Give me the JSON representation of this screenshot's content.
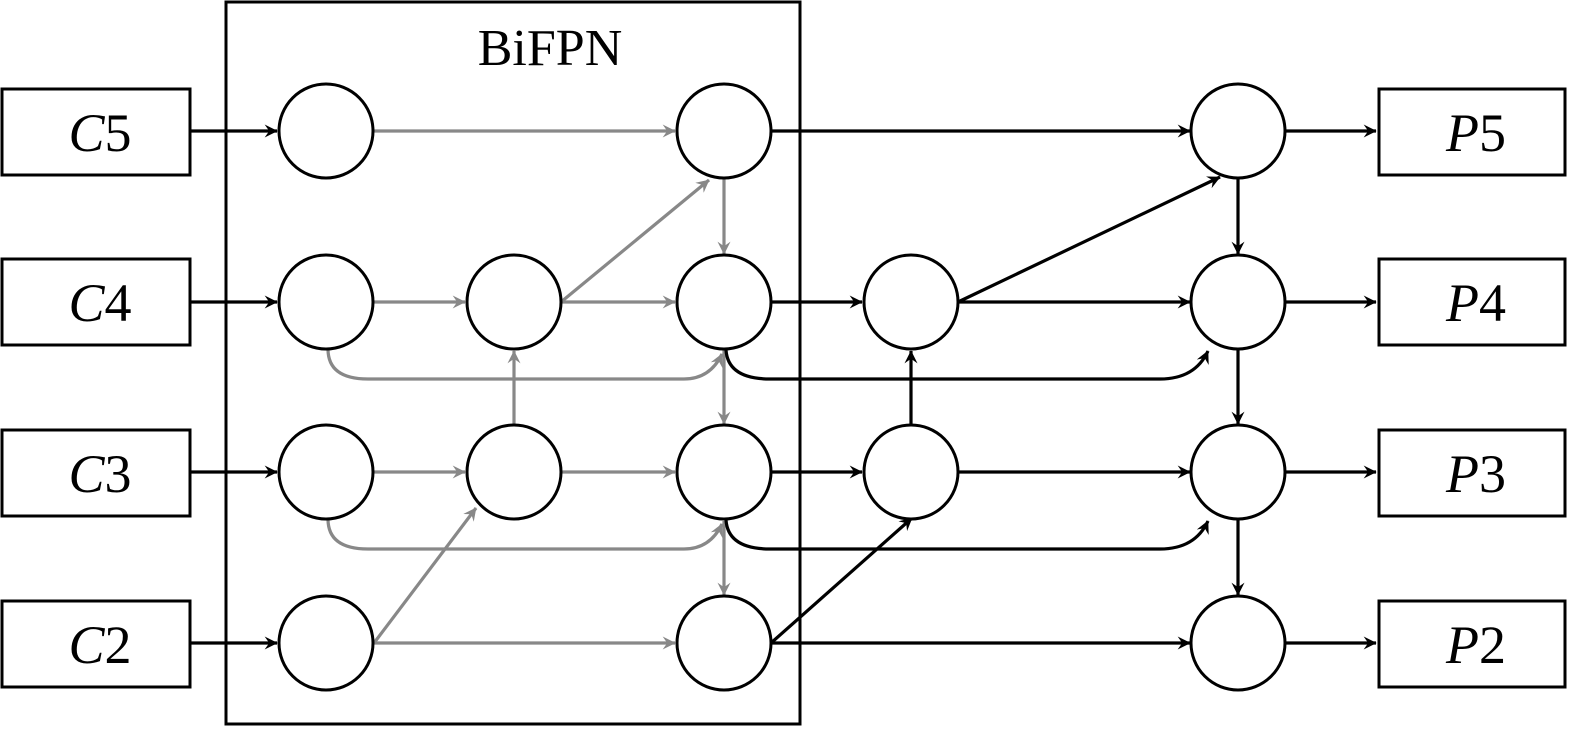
{
  "module_title": "BiFPN",
  "inputs": [
    {
      "letter": "C",
      "number": "5"
    },
    {
      "letter": "C",
      "number": "4"
    },
    {
      "letter": "C",
      "number": "3"
    },
    {
      "letter": "C",
      "number": "2"
    }
  ],
  "outputs": [
    {
      "letter": "P",
      "number": "5"
    },
    {
      "letter": "P",
      "number": "4"
    },
    {
      "letter": "P",
      "number": "3"
    },
    {
      "letter": "P",
      "number": "2"
    }
  ],
  "colors": {
    "outer_edges": "#000000",
    "bifpn_edges": "#888888",
    "node_fill": "#ffffff",
    "stroke": "#000000"
  }
}
